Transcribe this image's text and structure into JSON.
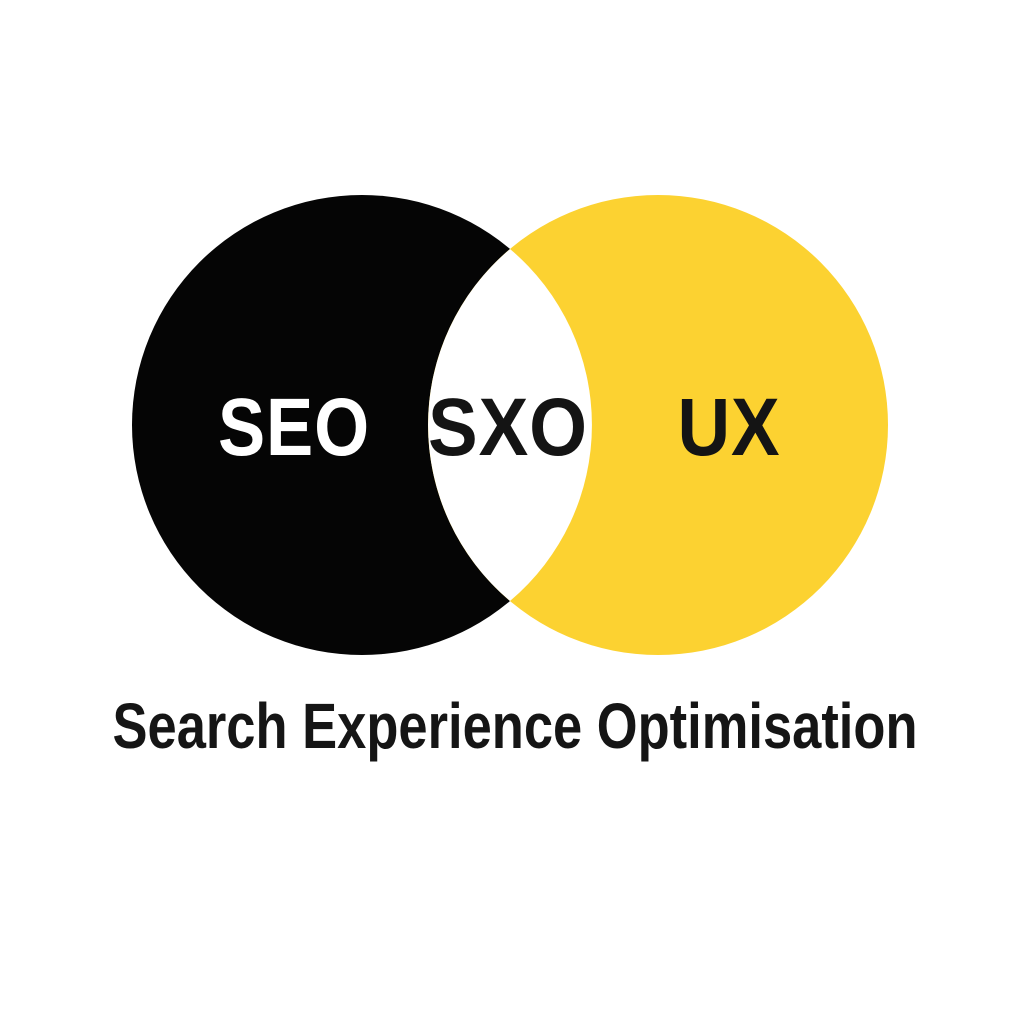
{
  "diagram": {
    "type": "venn",
    "regions": {
      "left": {
        "label": "SEO"
      },
      "intersection": {
        "label": "SXO"
      },
      "right": {
        "label": "UX"
      }
    },
    "caption": "Search Experience Optimisation",
    "colors": {
      "background": "#ffffff",
      "left_circle": "#050505",
      "right_circle": "#fcd231",
      "intersection": "#ffffff",
      "left_label": "#ffffff",
      "intersection_label": "#141414",
      "right_label": "#141414",
      "caption": "#151515"
    }
  }
}
